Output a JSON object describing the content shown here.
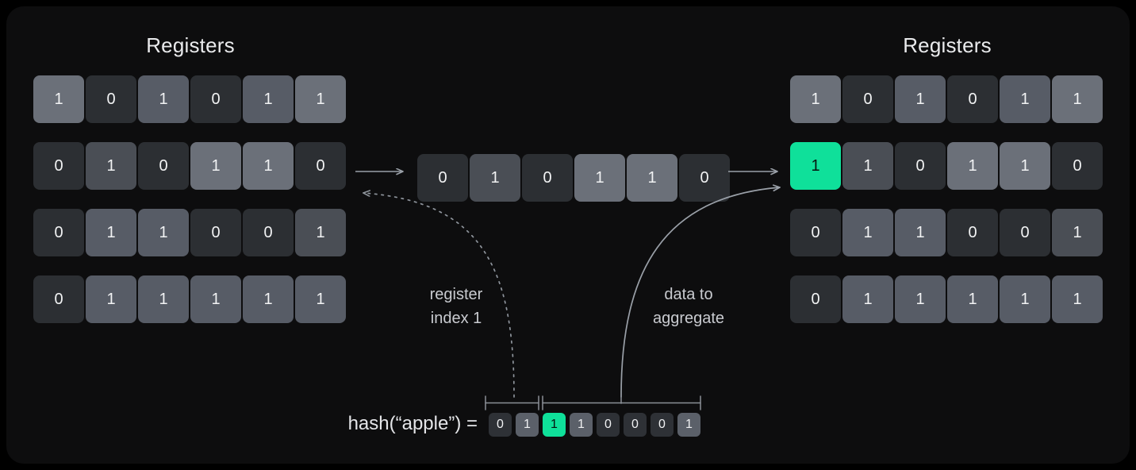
{
  "diagram": {
    "title_left": "Registers",
    "title_right": "Registers",
    "accent_color": "#0fe09a",
    "background_color": "#0d0d0e",
    "cell_zero_color": "#2c2f33",
    "cell_one_color": "#575c66"
  },
  "registers_left": {
    "label": "Registers",
    "rows": [
      [
        {
          "value": "1",
          "shade": "v1c"
        },
        {
          "value": "0",
          "shade": "v0"
        },
        {
          "value": "1",
          "shade": "v1"
        },
        {
          "value": "0",
          "shade": "v0"
        },
        {
          "value": "1",
          "shade": "v1"
        },
        {
          "value": "1",
          "shade": "v1c"
        }
      ],
      [
        {
          "value": "0",
          "shade": "v0"
        },
        {
          "value": "1",
          "shade": "v1b"
        },
        {
          "value": "0",
          "shade": "v0"
        },
        {
          "value": "1",
          "shade": "v1c"
        },
        {
          "value": "1",
          "shade": "v1c"
        },
        {
          "value": "0",
          "shade": "v0"
        }
      ],
      [
        {
          "value": "0",
          "shade": "v0"
        },
        {
          "value": "1",
          "shade": "v1"
        },
        {
          "value": "1",
          "shade": "v1"
        },
        {
          "value": "0",
          "shade": "v0"
        },
        {
          "value": "0",
          "shade": "v0"
        },
        {
          "value": "1",
          "shade": "v1b"
        }
      ],
      [
        {
          "value": "0",
          "shade": "v0"
        },
        {
          "value": "1",
          "shade": "v1"
        },
        {
          "value": "1",
          "shade": "v1"
        },
        {
          "value": "1",
          "shade": "v1"
        },
        {
          "value": "1",
          "shade": "v1"
        },
        {
          "value": "1",
          "shade": "v1"
        }
      ]
    ]
  },
  "registers_right": {
    "label": "Registers",
    "rows": [
      [
        {
          "value": "1",
          "shade": "v1c"
        },
        {
          "value": "0",
          "shade": "v0"
        },
        {
          "value": "1",
          "shade": "v1"
        },
        {
          "value": "0",
          "shade": "v0"
        },
        {
          "value": "1",
          "shade": "v1"
        },
        {
          "value": "1",
          "shade": "v1c"
        }
      ],
      [
        {
          "value": "1",
          "shade": "hl"
        },
        {
          "value": "1",
          "shade": "v1b"
        },
        {
          "value": "0",
          "shade": "v0"
        },
        {
          "value": "1",
          "shade": "v1c"
        },
        {
          "value": "1",
          "shade": "v1c"
        },
        {
          "value": "0",
          "shade": "v0"
        }
      ],
      [
        {
          "value": "0",
          "shade": "v0"
        },
        {
          "value": "1",
          "shade": "v1"
        },
        {
          "value": "1",
          "shade": "v1"
        },
        {
          "value": "0",
          "shade": "v0"
        },
        {
          "value": "0",
          "shade": "v0"
        },
        {
          "value": "1",
          "shade": "v1b"
        }
      ],
      [
        {
          "value": "0",
          "shade": "v0"
        },
        {
          "value": "1",
          "shade": "v1"
        },
        {
          "value": "1",
          "shade": "v1"
        },
        {
          "value": "1",
          "shade": "v1"
        },
        {
          "value": "1",
          "shade": "v1"
        },
        {
          "value": "1",
          "shade": "v1"
        }
      ]
    ]
  },
  "selected_register": {
    "cells": [
      {
        "value": "0",
        "shade": "v0"
      },
      {
        "value": "1",
        "shade": "v1b"
      },
      {
        "value": "0",
        "shade": "v0"
      },
      {
        "value": "1",
        "shade": "v1c"
      },
      {
        "value": "1",
        "shade": "v1c"
      },
      {
        "value": "0",
        "shade": "v0"
      }
    ]
  },
  "annotations": {
    "register_index": "register\nindex 1",
    "data_to_aggregate": "data to\naggregate"
  },
  "hash": {
    "label": "hash(“apple”) =",
    "bits": [
      {
        "value": "0",
        "shade": "v0"
      },
      {
        "value": "1",
        "shade": "v1"
      },
      {
        "value": "1",
        "shade": "hl"
      },
      {
        "value": "1",
        "shade": "v1"
      },
      {
        "value": "0",
        "shade": "v0"
      },
      {
        "value": "0",
        "shade": "v0"
      },
      {
        "value": "0",
        "shade": "v0"
      },
      {
        "value": "1",
        "shade": "v1"
      }
    ]
  }
}
